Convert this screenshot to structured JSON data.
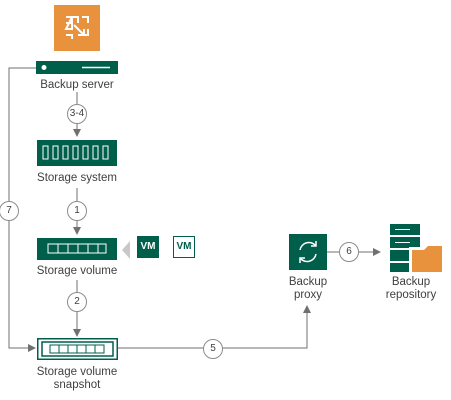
{
  "colors": {
    "brand_green": "#005f4b",
    "accent_orange": "#e8923d",
    "arrow_gray": "#707070",
    "text": "#404040"
  },
  "nodes": {
    "backup_server": {
      "label": "Backup server",
      "icon": "backup-server-icon"
    },
    "storage_system": {
      "label": "Storage system",
      "icon": "storage-system-icon"
    },
    "storage_volume": {
      "label": "Storage volume",
      "icon": "storage-volume-icon"
    },
    "snapshot": {
      "label_line1": "Storage volume",
      "label_line2": "snapshot",
      "icon": "storage-snapshot-icon"
    },
    "backup_proxy": {
      "label_line1": "Backup",
      "label_line2": "proxy",
      "icon": "backup-proxy-icon"
    },
    "backup_repository": {
      "label_line1": "Backup",
      "label_line2": "repository",
      "icon": "backup-repository-icon"
    },
    "vm_badges": [
      "VM",
      "VM"
    ]
  },
  "steps": {
    "step_3_4": "3-4",
    "step_1": "1",
    "step_2": "2",
    "step_5": "5",
    "step_6": "6",
    "step_7": "7"
  }
}
